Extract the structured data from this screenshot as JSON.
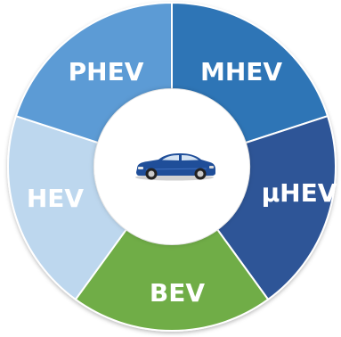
{
  "diagram": {
    "type": "ring",
    "segments": [
      {
        "label": "MHEV",
        "color": "#2e75b6"
      },
      {
        "label": "μHEV",
        "color": "#2f5597"
      },
      {
        "label": "BEV",
        "color": "#70ad47"
      },
      {
        "label": "HEV",
        "color": "#bdd7ee"
      },
      {
        "label": "PHEV",
        "color": "#5b9bd5"
      }
    ],
    "center_icon": "car-icon",
    "center_icon_color": "#1f4e99",
    "separator_color": "#ffffff"
  }
}
